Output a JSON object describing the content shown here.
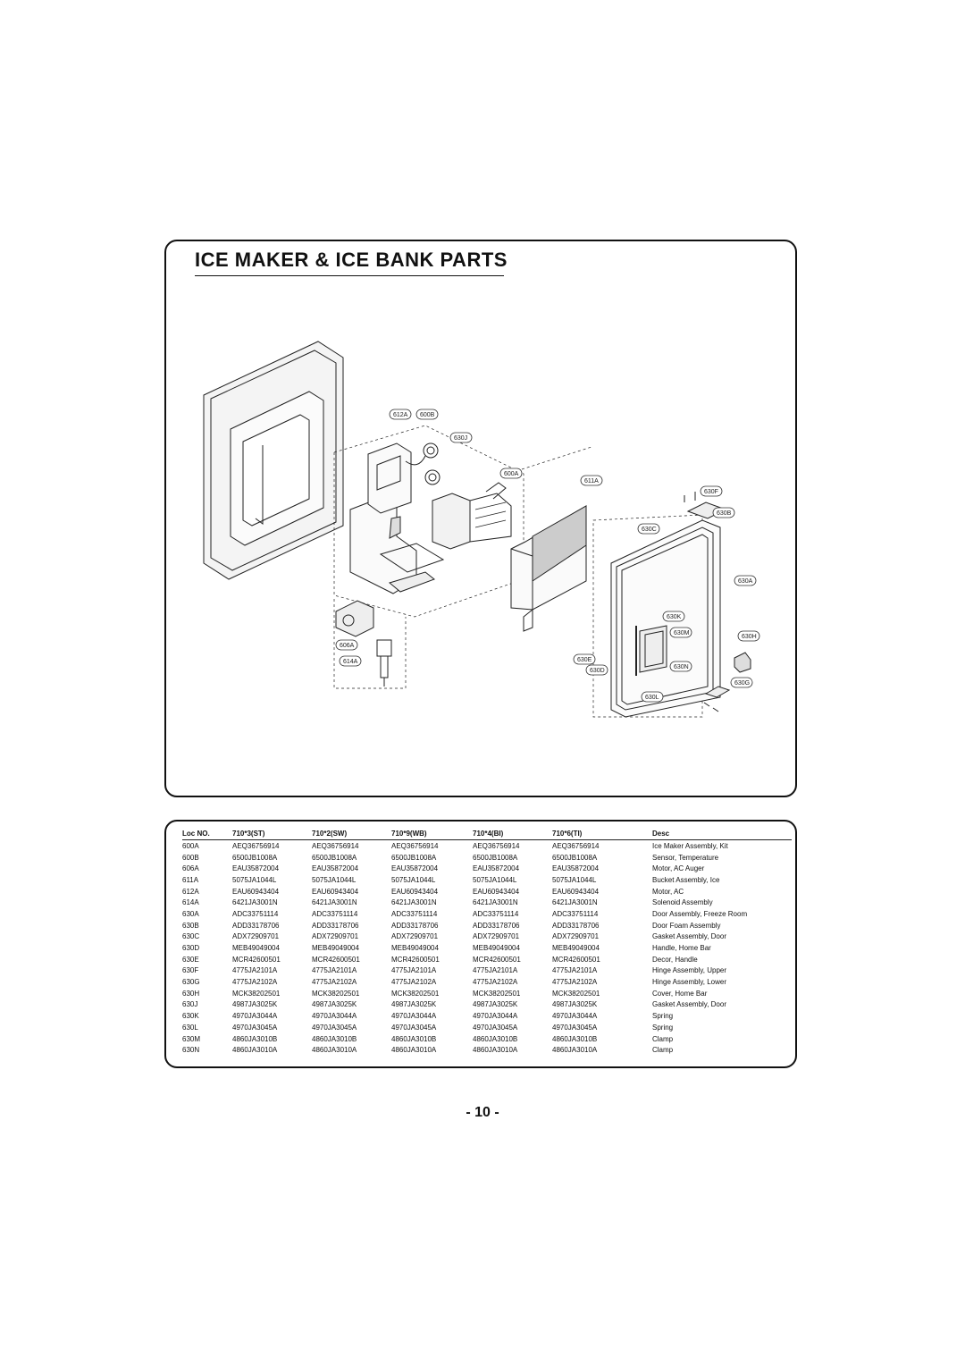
{
  "title": "ICE MAKER & ICE BANK PARTS",
  "callouts": [
    "612A",
    "600B",
    "630J",
    "600A",
    "611A",
    "630F",
    "630B",
    "630C",
    "630A",
    "630K",
    "630M",
    "630H",
    "606A",
    "614A",
    "630E",
    "630D",
    "630N",
    "630G",
    "630L"
  ],
  "table": {
    "headers": [
      "Loc NO.",
      "710*3(ST)",
      "710*2(SW)",
      "710*9(WB)",
      "710*4(BI)",
      "710*6(TI)",
      "Desc"
    ],
    "rows": [
      [
        "600A",
        "AEQ36756914",
        "AEQ36756914",
        "AEQ36756914",
        "AEQ36756914",
        "AEQ36756914",
        "Ice Maker Assembly, Kit"
      ],
      [
        "600B",
        "6500JB1008A",
        "6500JB1008A",
        "6500JB1008A",
        "6500JB1008A",
        "6500JB1008A",
        "Sensor, Temperature"
      ],
      [
        "606A",
        "EAU35872004",
        "EAU35872004",
        "EAU35872004",
        "EAU35872004",
        "EAU35872004",
        "Motor, AC Auger"
      ],
      [
        "611A",
        "5075JA1044L",
        "5075JA1044L",
        "5075JA1044L",
        "5075JA1044L",
        "5075JA1044L",
        "Bucket Assembly, Ice"
      ],
      [
        "612A",
        "EAU60943404",
        "EAU60943404",
        "EAU60943404",
        "EAU60943404",
        "EAU60943404",
        "Motor, AC"
      ],
      [
        "614A",
        "6421JA3001N",
        "6421JA3001N",
        "6421JA3001N",
        "6421JA3001N",
        "6421JA3001N",
        "Solenoid Assembly"
      ],
      [
        "630A",
        "ADC33751114",
        "ADC33751114",
        "ADC33751114",
        "ADC33751114",
        "ADC33751114",
        "Door Assembly, Freeze Room"
      ],
      [
        "630B",
        "ADD33178706",
        "ADD33178706",
        "ADD33178706",
        "ADD33178706",
        "ADD33178706",
        "Door Foam Assembly"
      ],
      [
        "630C",
        "ADX72909701",
        "ADX72909701",
        "ADX72909701",
        "ADX72909701",
        "ADX72909701",
        "Gasket Assembly, Door"
      ],
      [
        "630D",
        "MEB49049004",
        "MEB49049004",
        "MEB49049004",
        "MEB49049004",
        "MEB49049004",
        "Handle, Home Bar"
      ],
      [
        "630E",
        "MCR42600501",
        "MCR42600501",
        "MCR42600501",
        "MCR42600501",
        "MCR42600501",
        "Decor, Handle"
      ],
      [
        "630F",
        "4775JA2101A",
        "4775JA2101A",
        "4775JA2101A",
        "4775JA2101A",
        "4775JA2101A",
        "Hinge Assembly, Upper"
      ],
      [
        "630G",
        "4775JA2102A",
        "4775JA2102A",
        "4775JA2102A",
        "4775JA2102A",
        "4775JA2102A",
        "Hinge Assembly, Lower"
      ],
      [
        "630H",
        "MCK38202501",
        "MCK38202501",
        "MCK38202501",
        "MCK38202501",
        "MCK38202501",
        "Cover, Home Bar"
      ],
      [
        "630J",
        "4987JA3025K",
        "4987JA3025K",
        "4987JA3025K",
        "4987JA3025K",
        "4987JA3025K",
        "Gasket Assembly, Door"
      ],
      [
        "630K",
        "4970JA3044A",
        "4970JA3044A",
        "4970JA3044A",
        "4970JA3044A",
        "4970JA3044A",
        "Spring"
      ],
      [
        "630L",
        "4970JA3045A",
        "4970JA3045A",
        "4970JA3045A",
        "4970JA3045A",
        "4970JA3045A",
        "Spring"
      ],
      [
        "630M",
        "4860JA3010B",
        "4860JA3010B",
        "4860JA3010B",
        "4860JA3010B",
        "4860JA3010B",
        "Clamp"
      ],
      [
        "630N",
        "4860JA3010A",
        "4860JA3010A",
        "4860JA3010A",
        "4860JA3010A",
        "4860JA3010A",
        "Clamp"
      ]
    ]
  },
  "page_number": "- 10 -"
}
